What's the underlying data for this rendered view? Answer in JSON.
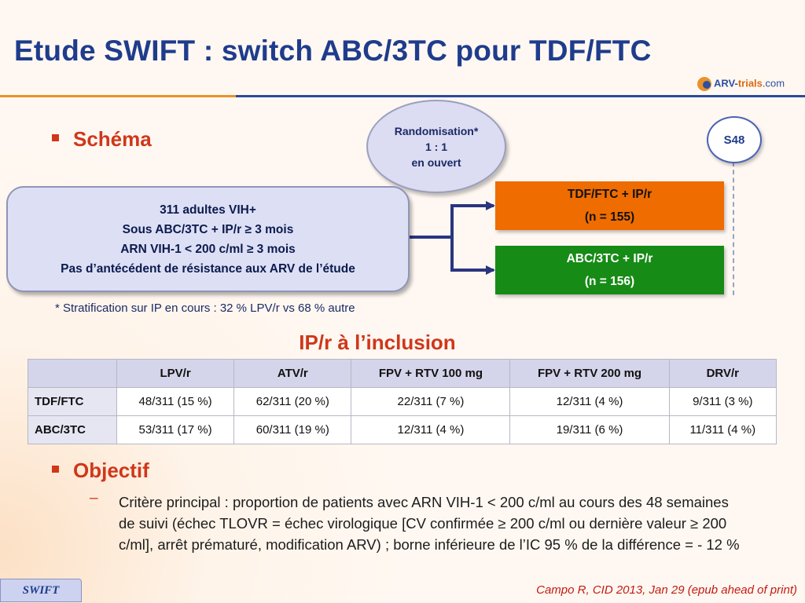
{
  "title": "Etude SWIFT : switch ABC/3TC pour TDF/FTC",
  "logo": {
    "part1": "ARV-",
    "part2": "trials",
    "part3": ".com"
  },
  "section_schema": "Schéma",
  "randomisation": {
    "line1": "Randomisation*",
    "line2": "1 : 1",
    "line3": "en ouvert"
  },
  "week_marker": "S48",
  "population": {
    "line1": "311 adultes VIH+",
    "line2": "Sous ABC/3TC + IP/r ≥ 3 mois",
    "line3": "ARN VIH-1 < 200 c/ml ≥ 3 mois",
    "line4": "Pas d’antécédent de résistance aux ARV de l’étude"
  },
  "arms": [
    {
      "label": "TDF/FTC + IP/r",
      "n": "(n = 155)",
      "color": "#ef6c00"
    },
    {
      "label": "ABC/3TC + IP/r",
      "n": "(n = 156)",
      "color": "#168b16"
    }
  ],
  "stratification_note": "* Stratification sur IP en cours : 32 % LPV/r vs 68 % autre",
  "table_title": "IP/r à l’inclusion",
  "table": {
    "headers": [
      "",
      "LPV/r",
      "ATV/r",
      "FPV + RTV 100 mg",
      "FPV + RTV 200 mg",
      "DRV/r"
    ],
    "rows": [
      [
        "TDF/FTC",
        "48/311 (15 %)",
        "62/311 (20 %)",
        "22/311 (7 %)",
        "12/311 (4 %)",
        "9/311 (3 %)"
      ],
      [
        "ABC/3TC",
        "53/311 (17 %)",
        "60/311 (19 %)",
        "12/311 (4 %)",
        "19/311 (6 %)",
        "11/311 (4 %)"
      ]
    ]
  },
  "section_objectif": "Objectif",
  "objectif_dash": "–",
  "objectif_text": "Critère principal : proportion de patients avec ARN VIH-1 < 200 c/ml au cours des 48 semaines de suivi (échec TLOVR = échec virologique [CV confirmée ≥ 200 c/ml ou dernière valeur ≥ 200 c/ml], arrêt prématuré, modification ARV) ; borne inférieure de l’IC 95 % de la différence = - 12 %",
  "footer_tag": "SWIFT",
  "citation": "Campo R, CID 2013, Jan 29 (epub ahead of print)",
  "colors": {
    "title": "#1f3c8c",
    "accent_red": "#d0371a",
    "orange_rule": "#e9922b",
    "blue_rule": "#2a4b9b"
  }
}
